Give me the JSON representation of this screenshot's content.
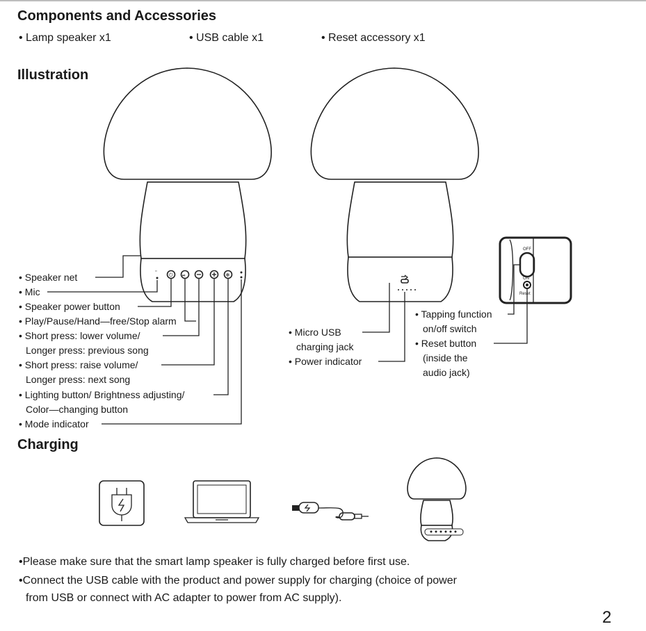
{
  "section_components": {
    "title": "Components and Accessories",
    "items": [
      "• Lamp speaker x1",
      "• USB cable x1",
      "• Reset accessory x1"
    ]
  },
  "section_illustration": {
    "title": "Illustration",
    "front_callouts": [
      "• Speaker net",
      "• Mic",
      "• Speaker power button",
      "• Play/Pause/Hand—free/Stop alarm",
      "• Short press: lower volume/",
      "Longer press: previous song",
      "• Short press: raise volume/",
      "Longer press: next song",
      "• Lighting button/ Brightness adjusting/",
      "Color—changing button",
      "• Mode indicator"
    ],
    "back_callouts": [
      "• Micro USB",
      "charging jack",
      "• Power indicator"
    ],
    "switch_callouts": [
      "• Tapping function",
      "on/off switch",
      "• Reset button",
      "(inside the",
      "audio jack)"
    ],
    "switch_labels": {
      "off": "OFF",
      "on": "ON",
      "reset": "Reset"
    }
  },
  "section_charging": {
    "title": "Charging",
    "bullets": [
      "•Please make sure that the smart lamp speaker is fully charged before first use.",
      "•Connect the USB cable with the product and power supply for charging (choice of power",
      "from USB or connect with AC adapter to power from AC supply)."
    ],
    "icons": [
      "power-plug-icon",
      "laptop-icon",
      "usb-cable-icon",
      "lamp-speaker-icon"
    ]
  },
  "page_number": "2"
}
